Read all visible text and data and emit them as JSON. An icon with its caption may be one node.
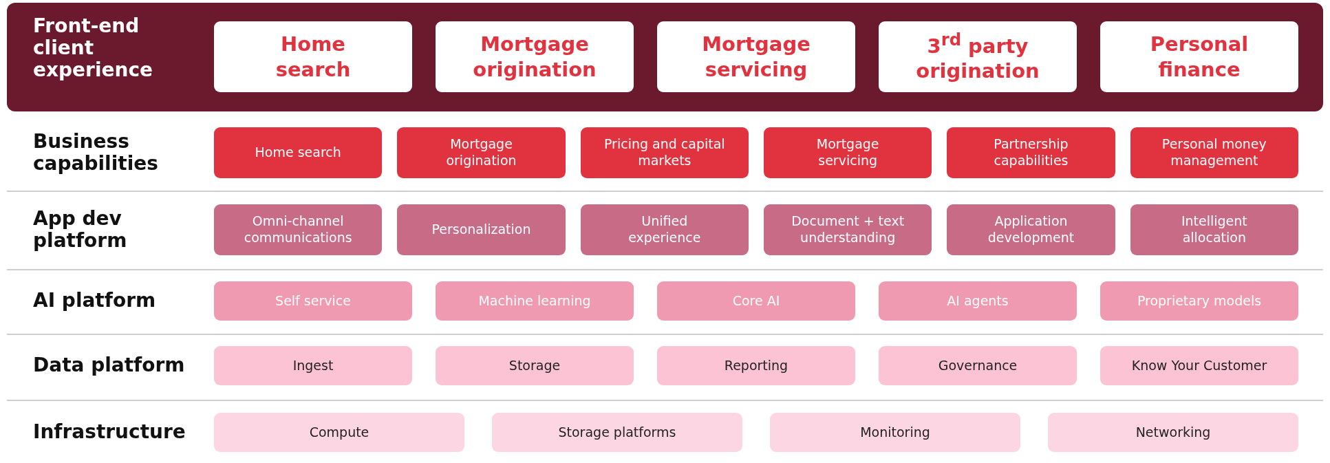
{
  "diagram": {
    "nodes": [
      {
        "text": [
          "Front-end client experience"
        ]
      },
      {
        "text": [
          "Home search"
        ],
        "in": 0
      },
      {
        "text": [
          "Mortgage origination"
        ],
        "in": 0
      },
      {
        "text": [
          "Mortgage servicing"
        ],
        "in": 0
      },
      {
        "text": [
          "3$^{rd}$ party origination"
        ],
        "in": 0
      },
      {
        "text": [
          "Personal finance"
        ],
        "in": 0
      },
      {
        "text": [
          "Home search"
        ]
      },
      {
        "text": [
          "Mortgage origination"
        ]
      },
      {
        "text": [
          "Pricing and capital markets"
        ]
      },
      {
        "text": [
          "Mortgage servicing"
        ]
      },
      {
        "text": [
          "Partnership capabilities"
        ]
      },
      {
        "text": [
          "Personal money management"
        ]
      },
      {
        "text": [
          "Omni-channel communications"
        ]
      },
      {
        "text": [
          "Personalization"
        ]
      },
      {
        "text": [
          "Unified experience"
        ]
      },
      {
        "text": [
          "Document + text understanding"
        ]
      },
      {
        "text": [
          "Application development"
        ]
      },
      {
        "text": [
          "Intelligent allocation"
        ]
      },
      {
        "text": [
          "Self service"
        ]
      },
      {
        "text": [
          "Machine learning"
        ]
      },
      {
        "text": [
          "Core AI"
        ]
      },
      {
        "text": [
          "AI agents"
        ]
      },
      {
        "text": [
          "Proprietary models"
        ]
      },
      {
        "text": [
          "Ingest"
        ]
      },
      {
        "text": [
          "Storage"
        ]
      },
      {
        "text": [
          "Reporting"
        ]
      },
      {
        "text": [
          "Governance"
        ]
      },
      {
        "text": [
          "Know Your Customer"
        ]
      },
      {
        "text": [
          "Compute"
        ]
      },
      {
        "text": [
          "Storage platforms"
        ]
      },
      {
        "text": [
          "Monitoring"
        ]
      },
      {
        "text": [
          "Networking"
        ]
      }
    ],
    "labels": [
      "Business capabilities",
      "App dev platform",
      "AI platform",
      "Data platform",
      "Infrastructure"
    ]
  }
}
